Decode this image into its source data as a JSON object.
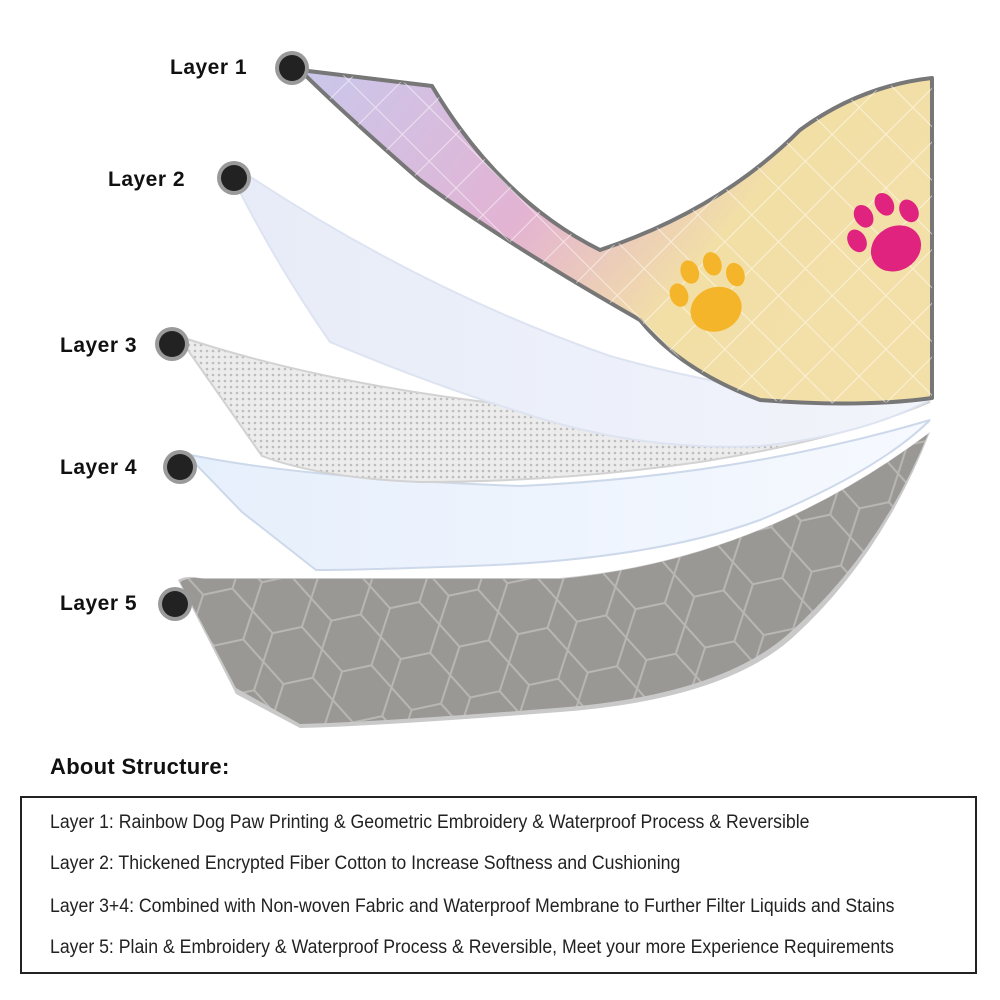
{
  "layers": [
    {
      "label": "Layer 1"
    },
    {
      "label": "Layer 2"
    },
    {
      "label": "Layer 3"
    },
    {
      "label": "Layer 4"
    },
    {
      "label": "Layer 5"
    }
  ],
  "about": {
    "title": "About Structure:",
    "lines": [
      "Layer 1: Rainbow Dog Paw Printing & Geometric Embroidery & Waterproof Process & Reversible",
      "Layer 2: Thickened Encrypted Fiber Cotton to Increase Softness and Cushioning",
      "Layer 3+4: Combined with Non-woven Fabric and Waterproof Membrane to Further Filter Liquids and Stains",
      "Layer 5: Plain & Embroidery & Waterproof Process & Reversible, Meet your more Experience Requirements"
    ]
  },
  "colors": {
    "layer1_top": "#f2dfa6",
    "layer1_pink": "#e3b3d3",
    "layer1_lilac": "#c9c8ec",
    "layer2": "#eef1fa",
    "layer3": "#e7e7e7",
    "layer4": "#eaf2fd",
    "layer5": "#999794",
    "paw_orange": "#f5b52a",
    "paw_pink": "#e0237f"
  },
  "icons": [
    "paw-print-icon"
  ]
}
